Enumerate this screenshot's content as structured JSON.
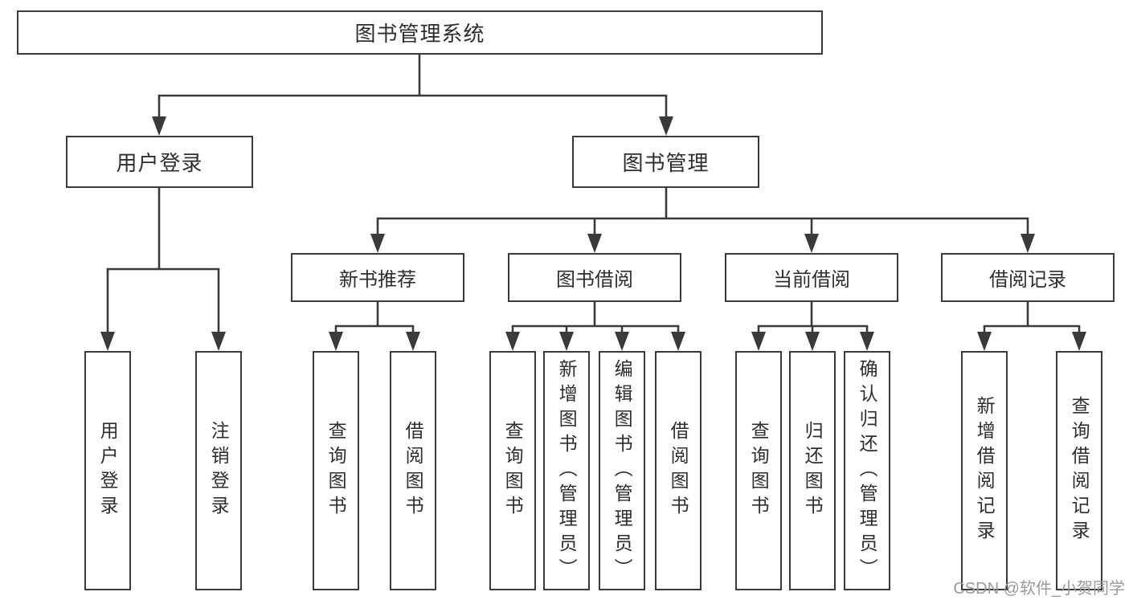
{
  "diagram": {
    "root": {
      "label": "图书管理系统"
    },
    "level2": {
      "user_login": {
        "label": "用户登录"
      },
      "book_mgmt": {
        "label": "图书管理"
      }
    },
    "level3": {
      "new_book_rec": {
        "label": "新书推荐"
      },
      "book_borrow": {
        "label": "图书借阅"
      },
      "current_borrow": {
        "label": "当前借阅"
      },
      "borrow_records": {
        "label": "借阅记录"
      }
    },
    "leaves": {
      "user_login": {
        "label": "用户登录"
      },
      "logout": {
        "label": "注销登录"
      },
      "query_book_rec": {
        "label": "查询图书"
      },
      "borrow_book_rec": {
        "label": "借阅图书"
      },
      "query_book_borrow": {
        "label": "查询图书"
      },
      "add_book_admin": {
        "label": "新增图书（管理员）"
      },
      "edit_book_admin": {
        "label": "编辑图书（管理员）"
      },
      "borrow_book_borrow": {
        "label": "借阅图书"
      },
      "query_book_current": {
        "label": "查询图书"
      },
      "return_book": {
        "label": "归还图书"
      },
      "confirm_return_admin": {
        "label": "确认归还（管理员）"
      },
      "add_borrow_record": {
        "label": "新增借阅记录"
      },
      "query_borrow_record": {
        "label": "查询借阅记录"
      }
    },
    "watermark": "CSDN @软件_小贺同学",
    "colors": {
      "line": "#3a3a3a",
      "text": "#2e2e2e",
      "watermark": "#9a9a9a",
      "background": "#ffffff"
    }
  }
}
